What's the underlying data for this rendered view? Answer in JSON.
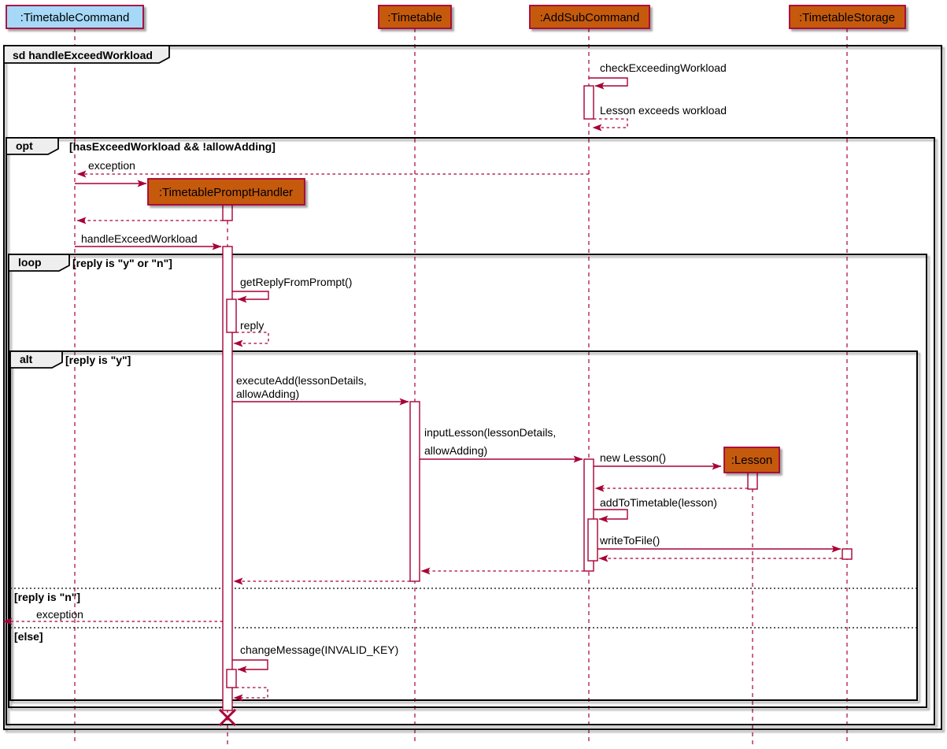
{
  "diagram": {
    "title": "sd handleExceedWorkload",
    "participants": {
      "timetable_command": ":TimetableCommand",
      "timetable_prompt_handler": ":TimetablePromptHandler",
      "timetable": ":Timetable",
      "add_sub_command": ":AddSubCommand",
      "lesson": ":Lesson",
      "timetable_storage": ":TimetableStorage"
    },
    "frames": {
      "sd": {
        "title": "sd handleExceedWorkload"
      },
      "opt": {
        "label": "opt",
        "guard": "[hasExceedWorkload && !allowAdding]"
      },
      "loop": {
        "label": "loop",
        "guard": "[reply is \"y\" or \"n\"]"
      },
      "alt": {
        "label": "alt",
        "guard": "[reply is \"y\"]",
        "sections": {
          "reply_n": "[reply is \"n\"]",
          "else_label": "[else]"
        }
      }
    },
    "messages": {
      "check_exceeding_workload": "checkExceedingWorkload",
      "lesson_exceeds_workload": "Lesson exceeds workload",
      "exception_opt": "exception",
      "handle_exceed_workload": "handleExceedWorkload",
      "get_reply_from_prompt": "getReplyFromPrompt()",
      "reply": "reply",
      "execute_add_line1": "executeAdd(lessonDetails,",
      "execute_add_line2": "allowAdding)",
      "input_lesson_line1": "inputLesson(lessonDetails,",
      "input_lesson_line2": "allowAdding)",
      "new_lesson": "new Lesson()",
      "add_to_timetable": "addToTimetable(lesson)",
      "write_to_file": "writeToFile()",
      "exception_alt": "exception",
      "change_message": "changeMessage(INVALID_KEY)"
    },
    "colors": {
      "line": "#A80036",
      "participant_fill": "#C55A11",
      "command_fill": "#A5D9F7",
      "frame_label_fill": "#EEEEEE",
      "activation_fill": "#FFFFFF",
      "text": "#000000"
    }
  }
}
